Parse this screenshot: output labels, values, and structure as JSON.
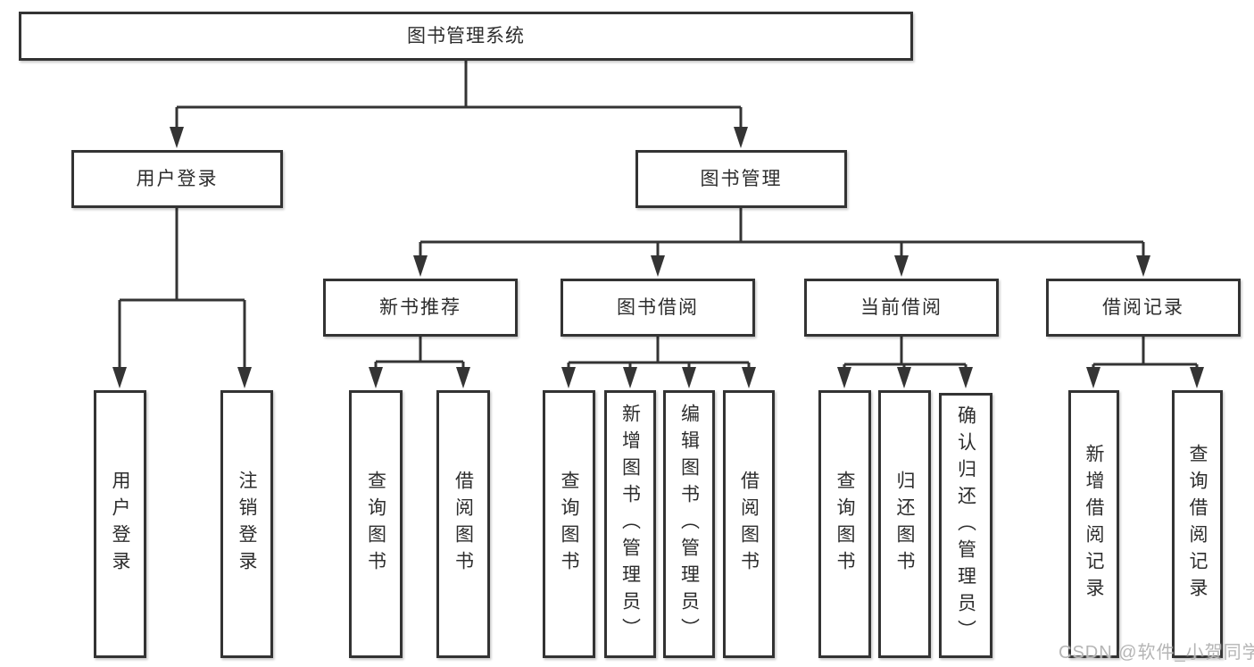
{
  "diagram": {
    "title": "图书管理系统",
    "branches": [
      {
        "label": "用户登录",
        "children": [
          {
            "label": "用户登录"
          },
          {
            "label": "注销登录"
          }
        ]
      },
      {
        "label": "图书管理",
        "groups": [
          {
            "label": "新书推荐",
            "children": [
              {
                "label": "查询图书"
              },
              {
                "label": "借阅图书"
              }
            ]
          },
          {
            "label": "图书借阅",
            "children": [
              {
                "label": "查询图书"
              },
              {
                "label": "新增图书（管理员）"
              },
              {
                "label": "编辑图书（管理员）"
              },
              {
                "label": "借阅图书"
              }
            ]
          },
          {
            "label": "当前借阅",
            "children": [
              {
                "label": "查询图书"
              },
              {
                "label": "归还图书"
              },
              {
                "label": "确认归还（管理员）"
              }
            ]
          },
          {
            "label": "借阅记录",
            "children": [
              {
                "label": "新增借阅记录"
              },
              {
                "label": "查询借阅记录"
              }
            ]
          }
        ]
      }
    ]
  },
  "watermark": "CSDN @软件_小贺同学",
  "colors": {
    "background": "#ffffff",
    "line": "#343434",
    "box_border": "#333333",
    "text": "#2d2d2d",
    "watermark": "#b5b5b5"
  }
}
